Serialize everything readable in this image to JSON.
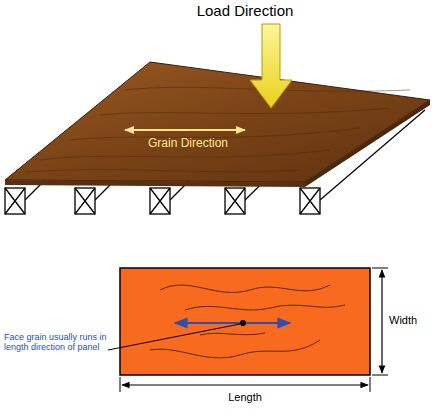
{
  "diagram": {
    "labels": [
      "Load Direction",
      "Grain Direction",
      "Face grain usually runs in length direction of panel",
      "Width",
      "Length"
    ]
  }
}
